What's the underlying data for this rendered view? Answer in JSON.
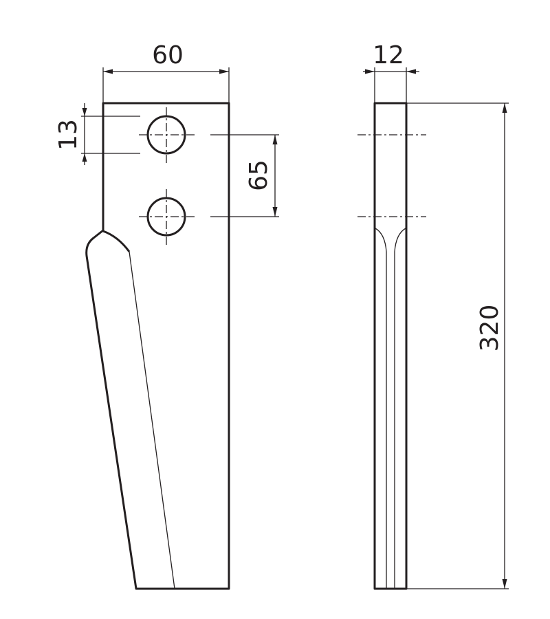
{
  "drawing": {
    "dimensions": {
      "width": "60",
      "thickness": "12",
      "hole_diameter": "13",
      "hole_spacing": "65",
      "length": "320"
    },
    "colors": {
      "line": "#231f20",
      "background": "#ffffff"
    }
  }
}
